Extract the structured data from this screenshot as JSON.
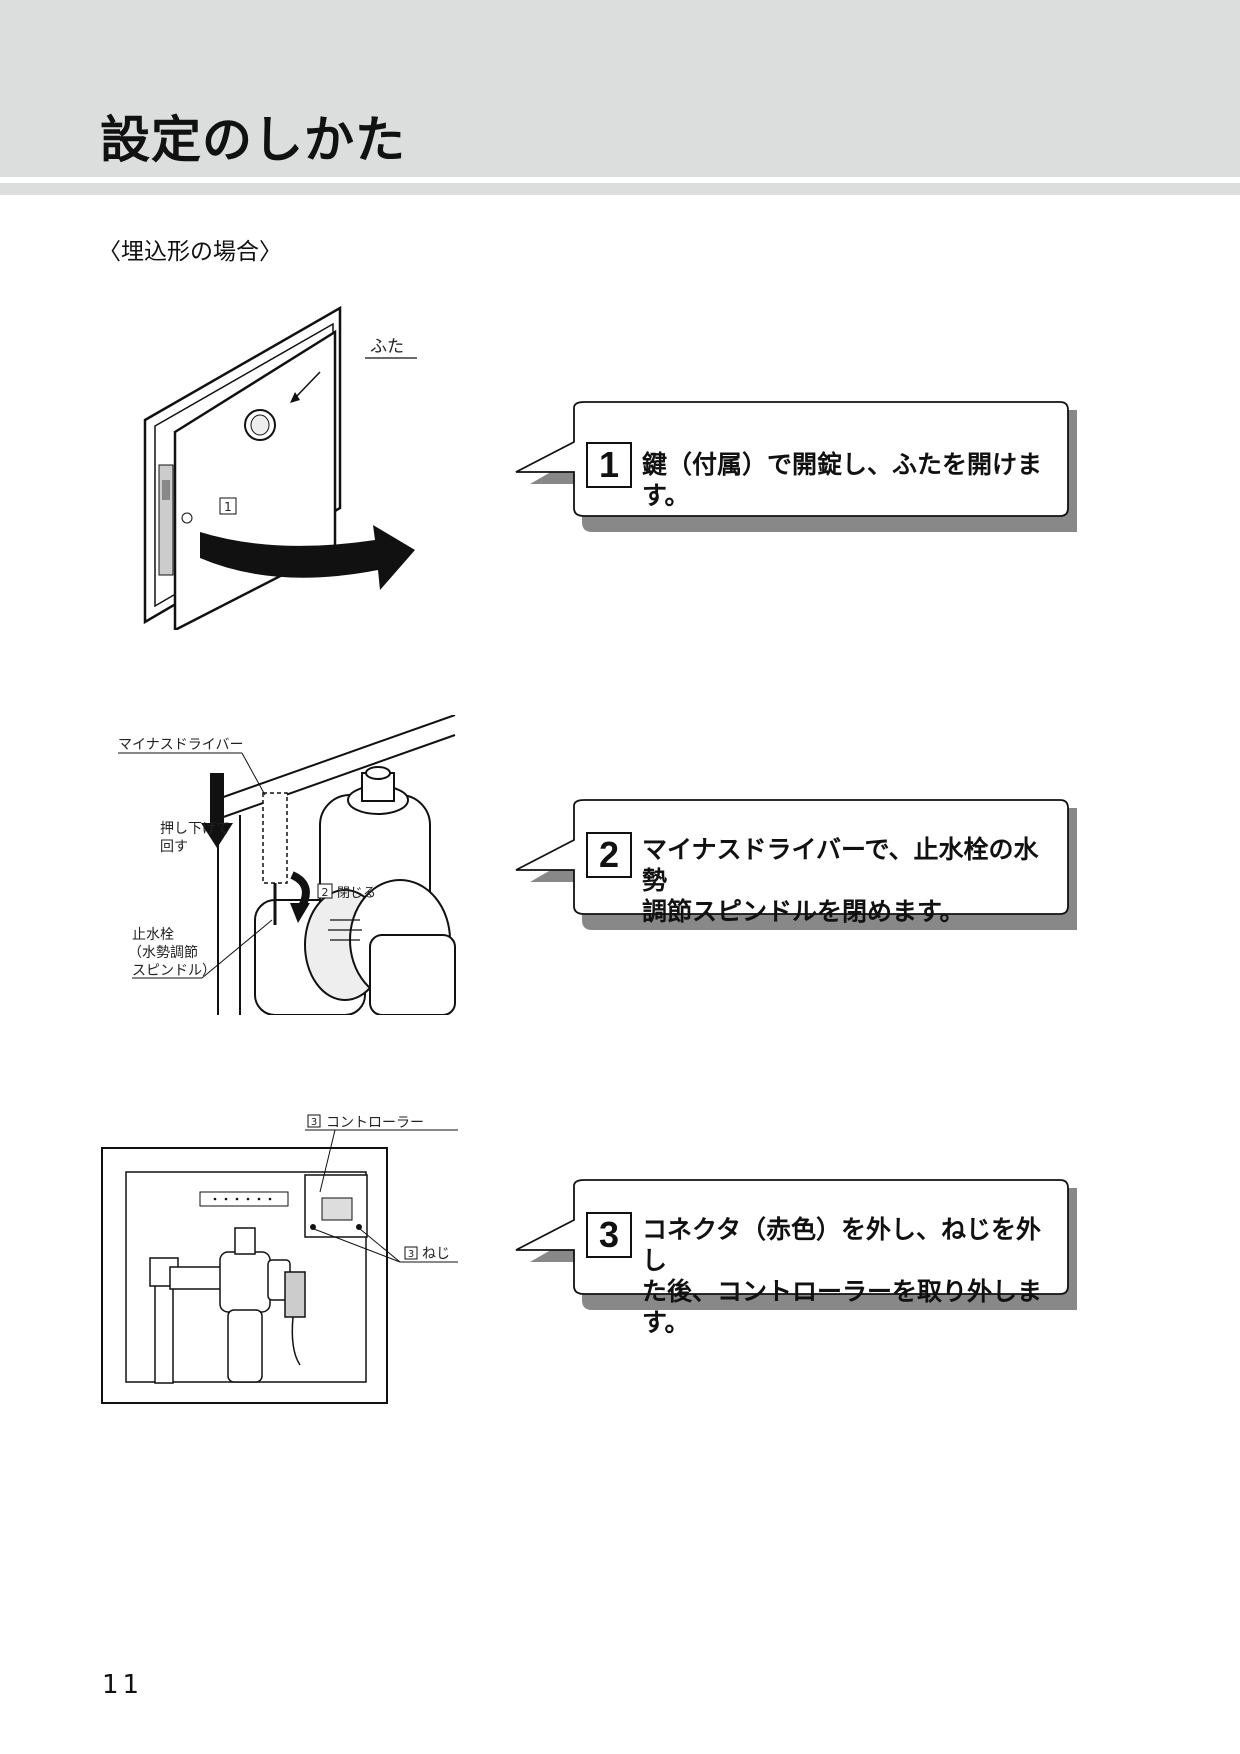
{
  "header": {
    "title": "設定のしかた"
  },
  "section": {
    "label": "〈埋込形の場合〉"
  },
  "figure1": {
    "lid_label": "ふた",
    "step_tag": "1"
  },
  "figure2": {
    "driver_label": "マイナスドライバー",
    "push_label_1": "押し下げて",
    "push_label_2": "回す",
    "close_label": "閉じる",
    "close_tag": "2",
    "valve_label_1": "止水栓",
    "valve_label_2": "（水勢調節",
    "valve_label_3": "スピンドル）"
  },
  "figure3": {
    "controller_label": "コントローラー",
    "screw_label": "ねじ",
    "tag": "3"
  },
  "steps": [
    {
      "number": "1",
      "text": "鍵（付属）で開錠し、ふたを開けます。"
    },
    {
      "number": "2",
      "text": "マイナスドライバーで、止水栓の水勢\n調節スピンドルを閉めます。"
    },
    {
      "number": "3",
      "text": "コネクタ（赤色）を外し、ねじを外し\nた後、コントローラーを取り外します。"
    }
  ],
  "page": {
    "number": "11"
  }
}
